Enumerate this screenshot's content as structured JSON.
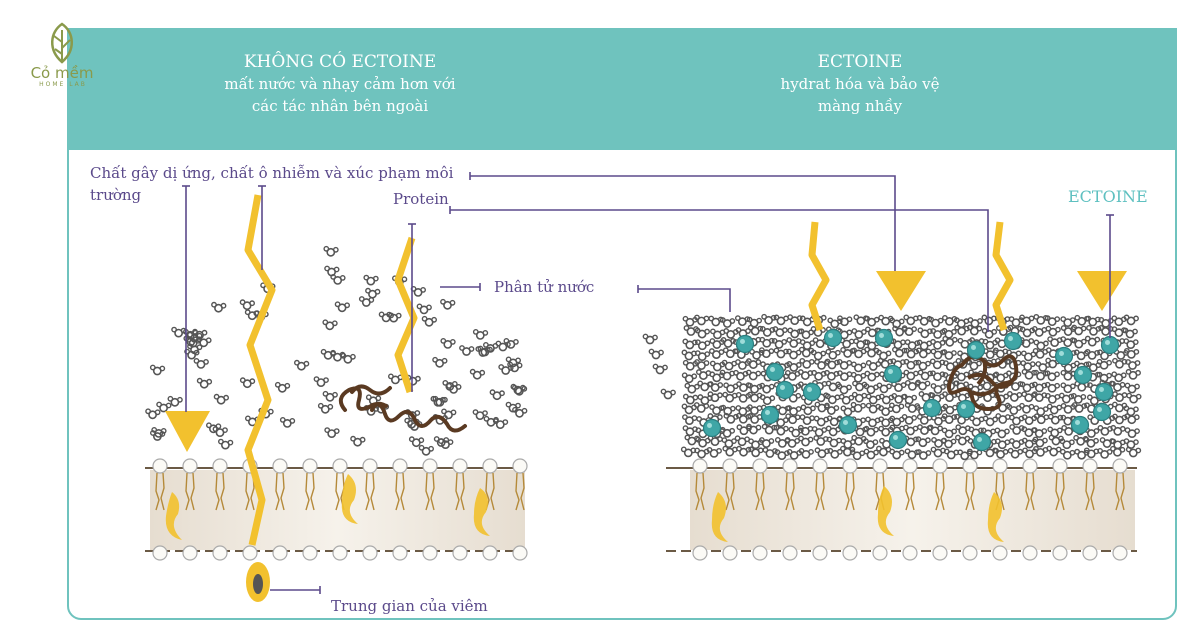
{
  "brand": {
    "name": "Cỏ mềm",
    "tagline": "HOME LAB"
  },
  "left_panel": {
    "title": "KHÔNG CÓ ECTOINE",
    "subtitle_line1": "mất nước và nhạy cảm hơn với",
    "subtitle_line2": "các tác nhân bên ngoài"
  },
  "right_panel": {
    "title": "ECTOINE",
    "subtitle_line1": "hydrat hóa và bảo vệ",
    "subtitle_line2": "màng nhầy"
  },
  "labels": {
    "allergens_line1": "Chất gây dị ứng, chất ô nhiễm và xúc phạm môi",
    "allergens_line2": "trường",
    "protein": "Protein",
    "water_molecule": "Phân tử nước",
    "ectoine": "ECTOINE",
    "inflammation": "Trung gian của viêm"
  },
  "colors": {
    "header_teal": "#6fc3be",
    "label_purple": "#5b4a8b",
    "irritant_yellow": "#f2c12e",
    "ectoine_teal": "#3fa6a6",
    "protein_brown": "#5a3a22",
    "membrane_beige": "#eee7dc"
  }
}
